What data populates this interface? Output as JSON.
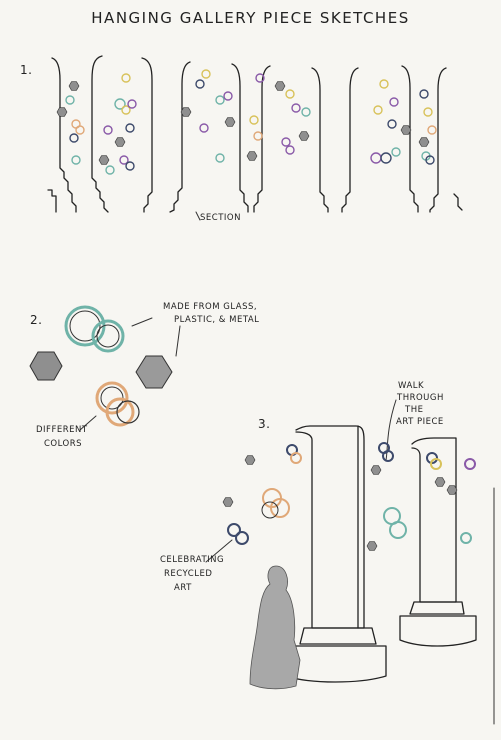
{
  "title": "Hanging Gallery Piece Sketches",
  "numbers": {
    "one": "1.",
    "two": "2.",
    "three": "3."
  },
  "labels": {
    "section": "Section",
    "made_line1": "Made from glass,",
    "made_line2": "plastic, & metal",
    "diff_line1": "Different",
    "diff_line2": "colors",
    "walk_line1": "Walk",
    "walk_line2": "through",
    "walk_line3": "the",
    "walk_line4": "art piece",
    "cel_line1": "Celebrating",
    "cel_line2": "Recycled",
    "cel_line3": "art"
  },
  "colors": {
    "teal": "#6fb3a8",
    "navy": "#3d4a6b",
    "purple": "#8a5aa8",
    "yellow": "#d8c25a",
    "peach": "#e0a878",
    "grey": "#8f8f8f",
    "paper": "#f7f6f2"
  }
}
